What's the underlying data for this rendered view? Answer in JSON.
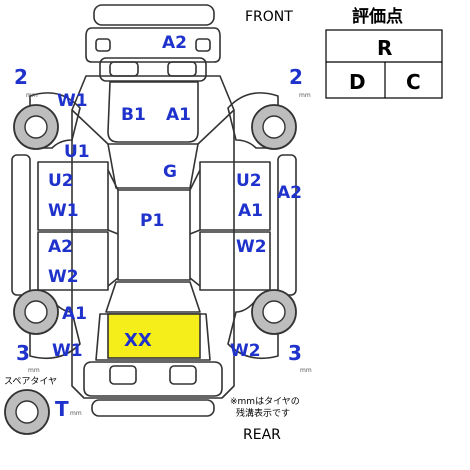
{
  "labels": {
    "front": "FRONT",
    "rear": "REAR",
    "spare_tire": "スペアタイヤ",
    "note_line1": "※mmはタイヤの",
    "note_line2": "残溝表示です",
    "mm": "mm"
  },
  "grade": {
    "title": "評価点",
    "overall": "R",
    "left": "D",
    "right": "C"
  },
  "tires": {
    "front_left": "2",
    "front_right": "2",
    "rear_left": "3",
    "rear_right": "3",
    "spare": "T"
  },
  "damage": {
    "front_bumper": "A2",
    "hood_left": "B1",
    "hood_right": "A1",
    "front_left_fender": "W1",
    "front_left_pillar": "U1",
    "windshield": "G",
    "left_front_door_upper": "U2",
    "left_front_door_lower": "W1",
    "right_front_door_upper": "U2",
    "right_front_door_lower": "A1",
    "right_front_fender": "A2",
    "roof": "P1",
    "left_rear_door_upper": "A2",
    "left_rear_door_lower": "W2",
    "right_rear_door": "W2",
    "left_rear_quarter": "A1",
    "left_rear_wheel_area": "W1",
    "trunk": "XX",
    "right_rear_quarter": "W2"
  },
  "colors": {
    "damage_text": "#1f33cc",
    "highlight_fill": "#f5ee1a",
    "outline": "#333333"
  }
}
